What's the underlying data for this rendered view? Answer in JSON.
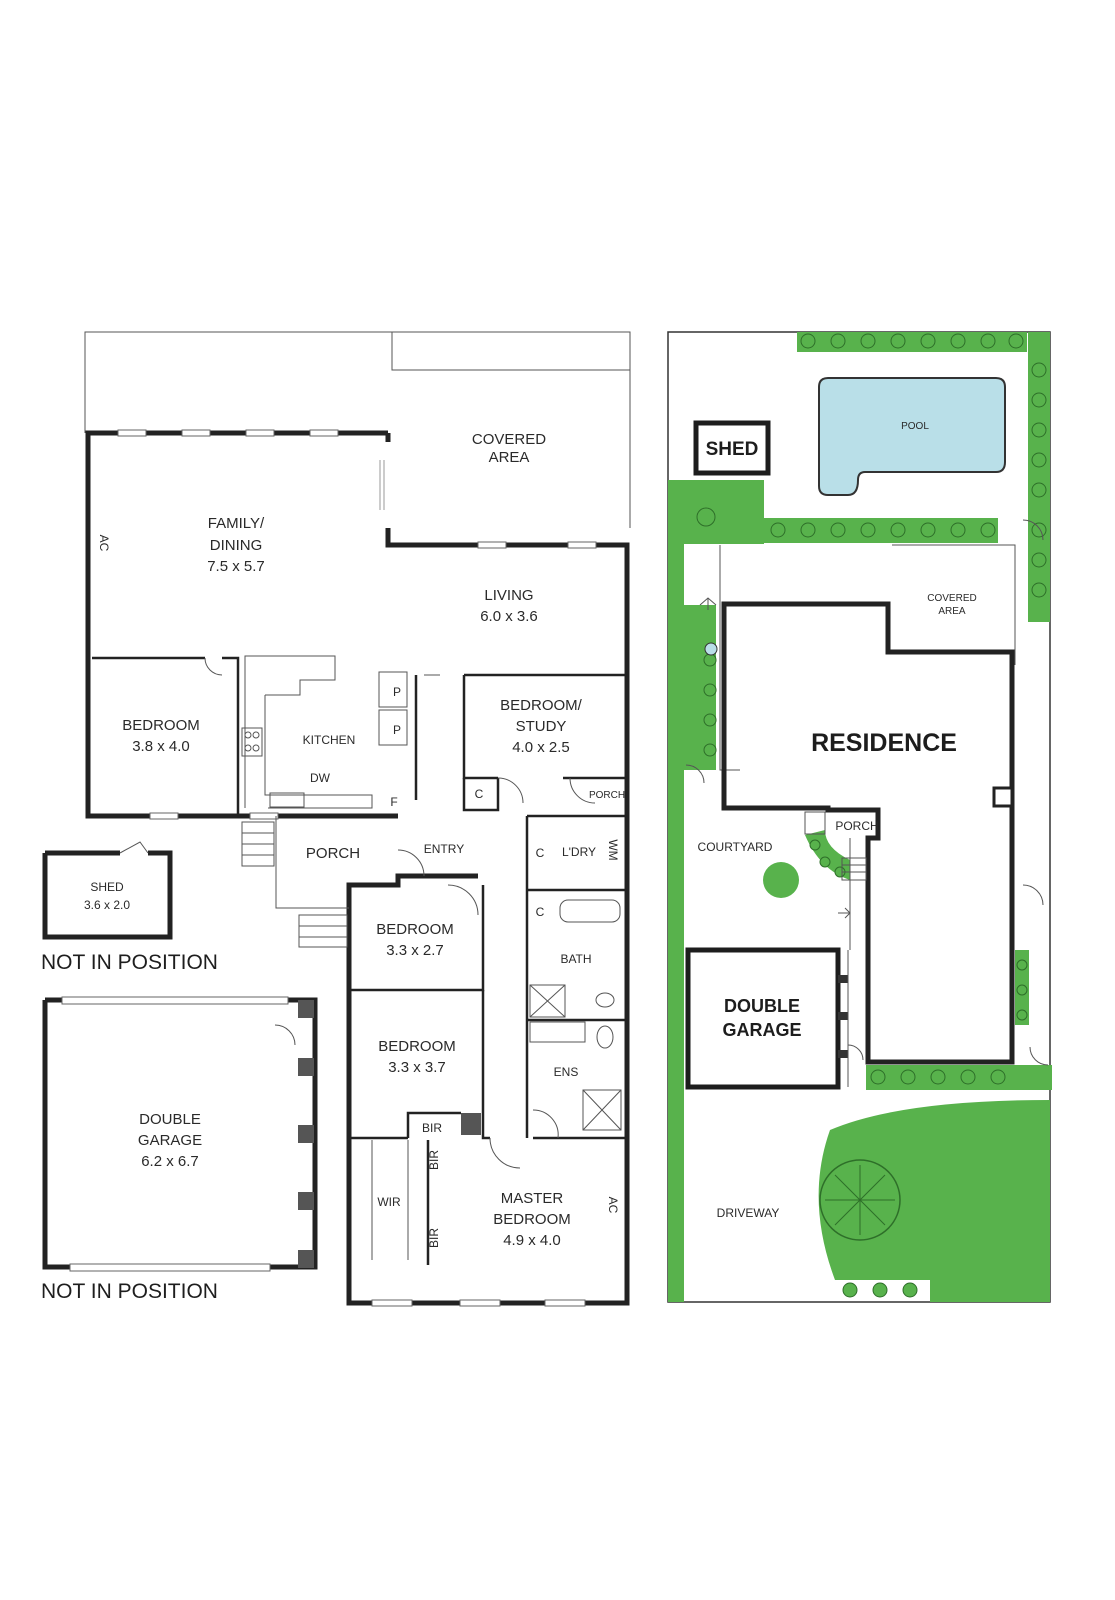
{
  "floor_plan": {
    "covered_area": {
      "line1": "COVERED",
      "line2": "AREA"
    },
    "family": {
      "line1": "FAMILY/",
      "line2": "DINING",
      "dim": "7.5 x 5.7"
    },
    "ac_family": "AC",
    "living": {
      "name": "LIVING",
      "dim": "6.0 x 3.6"
    },
    "bedroom_left": {
      "name": "BEDROOM",
      "dim": "3.8 x 4.0"
    },
    "kitchen": {
      "name": "KITCHEN",
      "dw": "DW",
      "f": "F",
      "p1": "P",
      "p2": "P"
    },
    "study": {
      "line1": "BEDROOM/",
      "line2": "STUDY",
      "dim": "4.0 x 2.5"
    },
    "cupboard_c1": "C",
    "porch_small": "PORCH",
    "porch_main": "PORCH",
    "entry": "ENTRY",
    "laundry": {
      "c": "C",
      "name": "L'DRY",
      "wm": "WM"
    },
    "cupboard_c3": "C",
    "bedroom_2": {
      "name": "BEDROOM",
      "dim": "3.3 x 2.7"
    },
    "bath": "BATH",
    "bedroom_3": {
      "name": "BEDROOM",
      "dim": "3.3 x 3.7"
    },
    "ens": "ENS",
    "bir_top": "BIR",
    "bir_side1": "BIR",
    "bir_side2": "BIR",
    "wir": "WIR",
    "master": {
      "line1": "MASTER",
      "line2": "BEDROOM",
      "dim": "4.9 x 4.0"
    },
    "ac_master": "AC",
    "shed": {
      "name": "SHED",
      "dim": "3.6 x 2.0"
    },
    "shed_note": "NOT IN POSITION",
    "garage": {
      "line1": "DOUBLE",
      "line2": "GARAGE",
      "dim": "6.2 x 6.7"
    },
    "garage_note": "NOT IN POSITION"
  },
  "site_plan": {
    "shed": "SHED",
    "pool": "POOL",
    "covered_area": {
      "line1": "COVERED",
      "line2": "AREA"
    },
    "residence": "RESIDENCE",
    "porch": "PORCH",
    "courtyard": "COURTYARD",
    "garage": {
      "line1": "DOUBLE",
      "line2": "GARAGE"
    },
    "driveway": "DRIVEWAY",
    "colors": {
      "lawn": "#58b24c",
      "pool": "#b9dfe8",
      "wall": "#222222"
    }
  }
}
